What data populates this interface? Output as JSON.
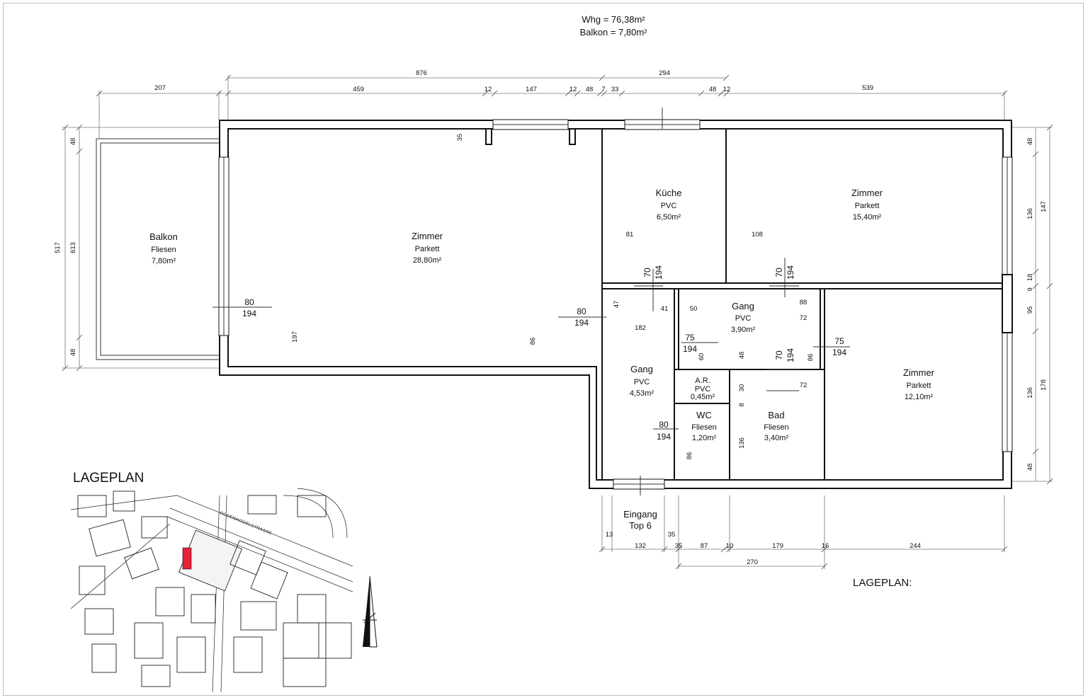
{
  "summary": {
    "whg": "Whg = 76,38m²",
    "balkon": "Balkon = 7,80m²"
  },
  "rooms": [
    {
      "id": "balkon",
      "name": "Balkon",
      "floor": "Fliesen",
      "area": "7,80m²"
    },
    {
      "id": "zimmer1",
      "name": "Zimmer",
      "floor": "Parkett",
      "area": "28,80m²"
    },
    {
      "id": "kueche",
      "name": "Küche",
      "floor": "PVC",
      "area": "6,50m²"
    },
    {
      "id": "zimmer2",
      "name": "Zimmer",
      "floor": "Parkett",
      "area": "15,40m²"
    },
    {
      "id": "gang1",
      "name": "Gang",
      "floor": "PVC",
      "area": "3,90m²"
    },
    {
      "id": "gang2",
      "name": "Gang",
      "floor": "PVC",
      "area": "4,53m²"
    },
    {
      "id": "ar",
      "name": "A.R.",
      "floor": "PVC",
      "area": "0,45m²"
    },
    {
      "id": "wc",
      "name": "WC",
      "floor": "Fliesen",
      "area": "1,20m²"
    },
    {
      "id": "bad",
      "name": "Bad",
      "floor": "Fliesen",
      "area": "3,40m²"
    },
    {
      "id": "zimmer3",
      "name": "Zimmer",
      "floor": "Parkett",
      "area": "12,10m²"
    }
  ],
  "entrance": {
    "line1": "Eingang",
    "line2": "Top 6"
  },
  "dims_top_total": [
    "876",
    "294"
  ],
  "dims_top": [
    "207",
    "459",
    "12",
    "147",
    "12",
    "48",
    "7",
    "33",
    "48",
    "12",
    "539"
  ],
  "dims_bottom": [
    "13",
    "132",
    "35",
    "35",
    "87",
    "10",
    "179",
    "16",
    "244"
  ],
  "dims_bottom2": [
    "270"
  ],
  "dims_left": [
    "48",
    "517",
    "613",
    "48"
  ],
  "dims_right": [
    "48",
    "136",
    "147",
    "18",
    "9",
    "95",
    "136",
    "178",
    "48"
  ],
  "doors": [
    {
      "w": "80",
      "h": "194"
    },
    {
      "w": "80",
      "h": "194"
    },
    {
      "w": "70",
      "h": "194"
    },
    {
      "w": "70",
      "h": "194"
    },
    {
      "w": "75",
      "h": "194"
    },
    {
      "w": "75",
      "h": "194"
    },
    {
      "w": "70",
      "h": "194"
    },
    {
      "w": "80",
      "h": "194"
    }
  ],
  "inner_dims": [
    "35",
    "197",
    "86",
    "81",
    "108",
    "47",
    "41",
    "182",
    "50",
    "88",
    "72",
    "60",
    "48",
    "86",
    "72",
    "30",
    "8",
    "136",
    "86"
  ],
  "lageplan": {
    "title": "LAGEPLAN",
    "label_right": "LAGEPLAN:",
    "street": "ROSENHOGELSTRASSE"
  }
}
